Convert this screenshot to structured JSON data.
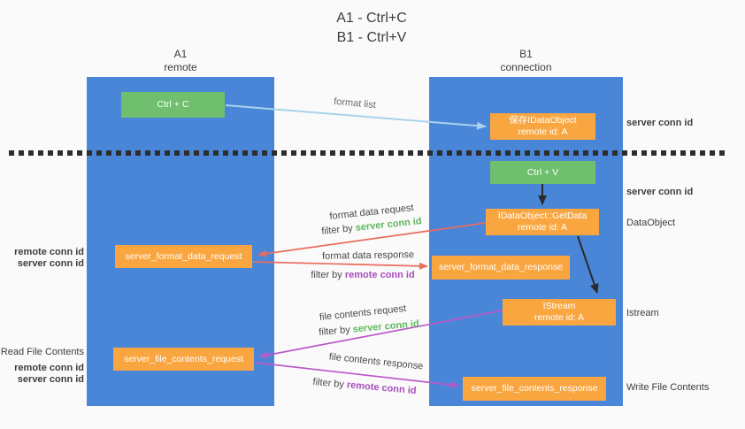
{
  "title": {
    "line1": "A1 - Ctrl+C",
    "line2": "B1 - Ctrl+V"
  },
  "columns": {
    "a": {
      "name": "A1",
      "role": "remote"
    },
    "b": {
      "name": "B1",
      "role": "connection"
    }
  },
  "nodes": {
    "ctrl_c": "Ctrl + C",
    "save_dataobject": {
      "line1": "保存IDataObject",
      "line2": "remote id: A"
    },
    "ctrl_v": "Ctrl + V",
    "getdata": {
      "line1": "IDataObject::GetData",
      "line2": "remote id: A"
    },
    "server_format_data_request": "server_format_data_request",
    "server_format_data_response": "server_format_data_response",
    "istream": {
      "line1": "IStream",
      "line2": "remote id: A"
    },
    "server_file_contents_request": "server_file_contents_request",
    "server_file_contents_response": "server_file_contents_response"
  },
  "flow_labels": {
    "format_list": "format list",
    "format_data_request": "format data request",
    "format_data_response": "format data response",
    "file_contents_request": "file contents request",
    "file_contents_response": "file contents response",
    "filter_by": "filter by ",
    "server_conn_id": "server conn id",
    "remote_conn_id": "remote conn id"
  },
  "side_labels": {
    "left": {
      "remote_conn_id": "remote conn id",
      "server_conn_id": "server conn id",
      "read_file_contents": "Read File Contents"
    },
    "right": {
      "server_conn_id_top": "server conn id",
      "server_conn_id_mid": "server conn id",
      "dataobject": "DataObject",
      "istream": "Istream",
      "write_file_contents": "Write File Contents"
    }
  },
  "colors": {
    "background": "#fafafa",
    "column_blue": "#4a86d8",
    "box_green": "#6fbf6e",
    "box_orange": "#f9a640",
    "arrow_light_blue": "#a9d2ed",
    "arrow_red": "#e96c5f",
    "arrow_purple": "#bb58c8",
    "arrow_black": "#2b2b2b",
    "text_green": "#5cb85c",
    "text_purple": "#a64dbb"
  }
}
